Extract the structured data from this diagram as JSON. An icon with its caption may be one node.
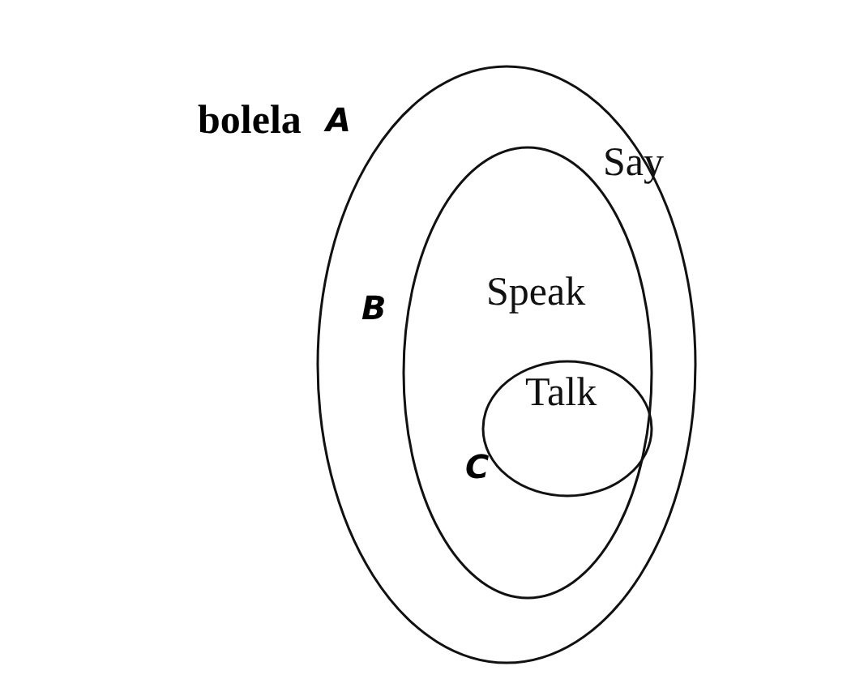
{
  "diagram": {
    "title": "bolela",
    "nodes": [
      {
        "text": [
          "Say"
        ],
        "beside": [
          "A"
        ]
      },
      {
        "text": [
          "Speak"
        ],
        "beside": [
          "B"
        ],
        "in": 0
      },
      {
        "text": [
          "Talk"
        ],
        "beside": [
          "C"
        ],
        "in": 1
      }
    ]
  }
}
